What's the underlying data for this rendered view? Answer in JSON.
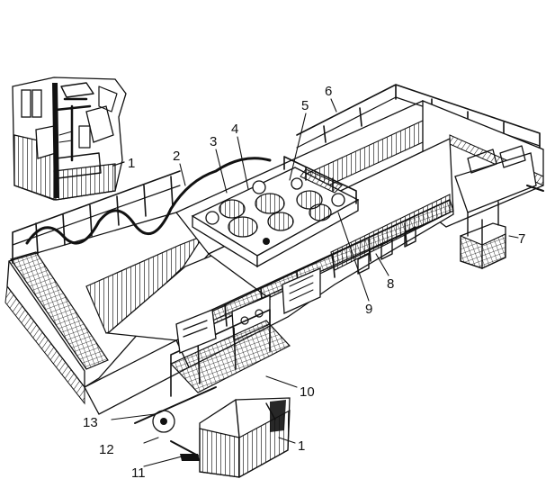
{
  "figure": {
    "inset": {
      "callout": "1"
    },
    "callouts": [
      {
        "id": "c1-inset",
        "text": "1"
      },
      {
        "id": "c2",
        "text": "2"
      },
      {
        "id": "c3",
        "text": "3"
      },
      {
        "id": "c4",
        "text": "4"
      },
      {
        "id": "c5",
        "text": "5"
      },
      {
        "id": "c6",
        "text": "6"
      },
      {
        "id": "c7",
        "text": "7"
      },
      {
        "id": "c8",
        "text": "8"
      },
      {
        "id": "c9",
        "text": "9"
      },
      {
        "id": "c10",
        "text": "10"
      },
      {
        "id": "c1-cab",
        "text": "1"
      },
      {
        "id": "c11",
        "text": "11"
      },
      {
        "id": "c12",
        "text": "12"
      },
      {
        "id": "c13",
        "text": "13"
      }
    ]
  },
  "colors": {
    "ink": "#111111",
    "paper": "#ffffff"
  }
}
